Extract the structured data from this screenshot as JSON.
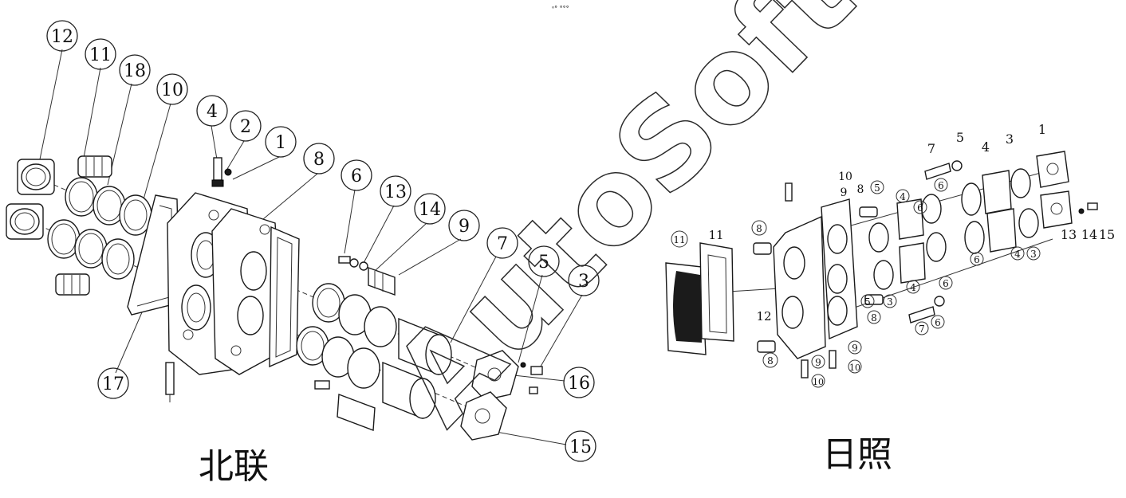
{
  "top_mark": "ᵒ° °°°",
  "left_diagram": {
    "title": "北联",
    "callouts": [
      "12",
      "11",
      "18",
      "10",
      "4",
      "2",
      "1",
      "8",
      "6",
      "13",
      "14",
      "9",
      "7",
      "5",
      "3",
      "16",
      "15",
      "17"
    ]
  },
  "right_diagram": {
    "title": "日照",
    "callouts": [
      "1",
      "3",
      "4",
      "5",
      "7",
      "10",
      "9",
      "8",
      "5",
      "4",
      "6",
      "6",
      "4",
      "6",
      "3",
      "13",
      "14",
      "15",
      "11",
      "11",
      "12",
      "8",
      "8",
      "5",
      "3",
      "4",
      "6",
      "7",
      "6",
      "9",
      "10",
      "9",
      "10",
      "8"
    ]
  },
  "watermark": "AutoSoft"
}
